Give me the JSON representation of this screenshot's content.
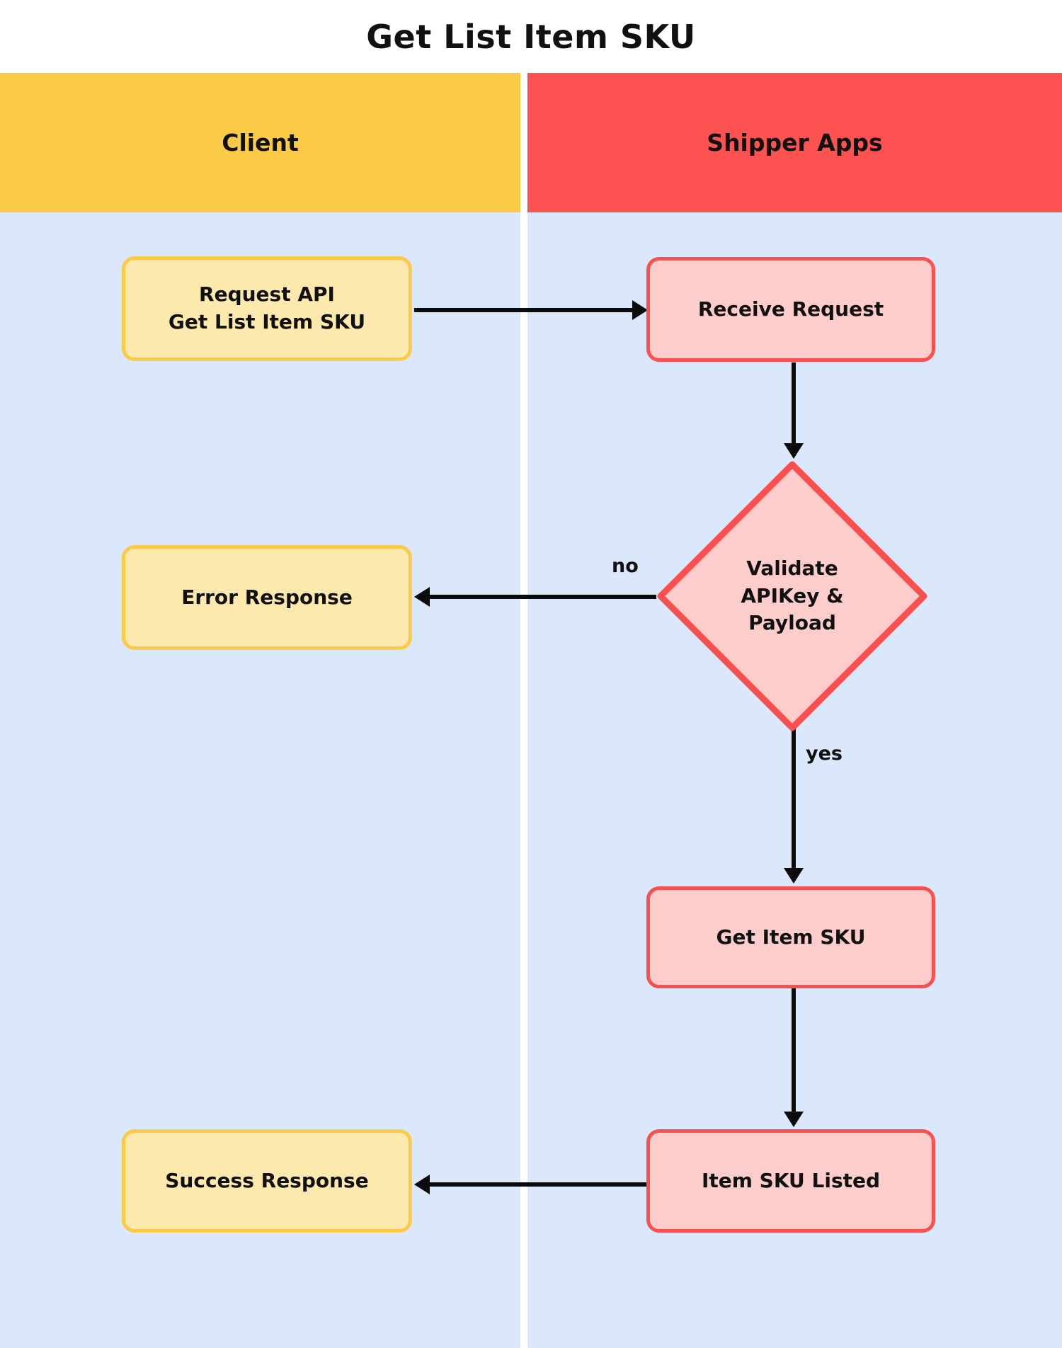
{
  "title": "Get List Item SKU",
  "lanes": [
    {
      "id": "client",
      "label": "Client",
      "color": "#fbca47"
    },
    {
      "id": "shipper",
      "label": "Shipper Apps",
      "color": "#fc5252"
    }
  ],
  "colors": {
    "background": "#dbe7fa",
    "page": "#ffffff",
    "client_header": "#fbca47",
    "shipper_header": "#fc5252",
    "client_node_fill": "#fde8ad",
    "client_node_border": "#fbca47",
    "shipper_node_fill": "#fdcdcb",
    "shipper_node_border": "#f9504f",
    "edge": "#0b0b0b",
    "text": "#111111"
  },
  "nodes": [
    {
      "id": "request-api",
      "lane": "client",
      "shape": "rounded-rect",
      "label": "Request API\nGet List Item SKU"
    },
    {
      "id": "receive-request",
      "lane": "shipper",
      "shape": "rounded-rect",
      "label": "Receive Request"
    },
    {
      "id": "error-response",
      "lane": "client",
      "shape": "rounded-rect",
      "label": "Error Response"
    },
    {
      "id": "validate",
      "lane": "shipper",
      "shape": "diamond",
      "label": "Validate\nAPIKey &\nPayload"
    },
    {
      "id": "get-item-sku",
      "lane": "shipper",
      "shape": "rounded-rect",
      "label": "Get Item SKU"
    },
    {
      "id": "item-sku-listed",
      "lane": "shipper",
      "shape": "rounded-rect",
      "label": "Item SKU Listed"
    },
    {
      "id": "success-response",
      "lane": "client",
      "shape": "rounded-rect",
      "label": "Success Response"
    }
  ],
  "node_labels": {
    "request_api_line1": "Request API",
    "request_api_line2": "Get List Item SKU",
    "receive_request": "Receive Request",
    "error_response": "Error Response",
    "validate": "Validate\nAPIKey &\nPayload",
    "get_item_sku": "Get Item SKU",
    "item_sku_listed": "Item SKU Listed",
    "success_response": "Success Response"
  },
  "edges": [
    {
      "id": "e1",
      "from": "request-api",
      "to": "receive-request",
      "label": "",
      "direction": "right"
    },
    {
      "id": "e2",
      "from": "receive-request",
      "to": "validate",
      "label": "",
      "direction": "down"
    },
    {
      "id": "e3",
      "from": "validate",
      "to": "error-response",
      "label": "no",
      "direction": "left"
    },
    {
      "id": "e4",
      "from": "validate",
      "to": "get-item-sku",
      "label": "yes",
      "direction": "down"
    },
    {
      "id": "e5",
      "from": "get-item-sku",
      "to": "item-sku-listed",
      "label": "",
      "direction": "down"
    },
    {
      "id": "e6",
      "from": "item-sku-listed",
      "to": "success-response",
      "label": "",
      "direction": "left"
    }
  ],
  "edge_labels": {
    "no": "no",
    "yes": "yes"
  }
}
